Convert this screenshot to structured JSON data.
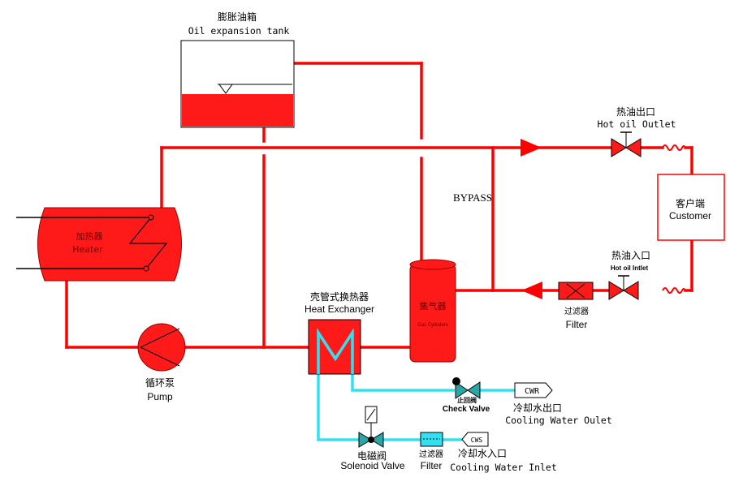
{
  "colors": {
    "oil_pipe": "#ff0000",
    "water_pipe": "#33e0f0",
    "valve_teal": "#2aa6a6",
    "fill_red": "#ff1a1a"
  },
  "expansion_tank": {
    "label_zh": "膨胀油箱",
    "label_en": "Oil expansion tank",
    "oil_level": 0.38
  },
  "heater": {
    "label_zh": "加热器",
    "label_en": "Heater"
  },
  "pump": {
    "label_zh": "循环泵",
    "label_en": "Pump"
  },
  "heat_exchanger": {
    "label_zh": "壳管式换热器",
    "label_en": "Heat Exchanger"
  },
  "gas_cylinder": {
    "label_zh": "集气器",
    "label_en": "Gas Cylinders"
  },
  "bypass": {
    "label": "BYPASS"
  },
  "hot_oil_outlet": {
    "label_zh": "热油出口",
    "label_en": "Hot oil Outlet"
  },
  "hot_oil_inlet": {
    "label_zh": "热油入口",
    "label_en": "Hot oil Intlet"
  },
  "customer": {
    "label_zh": "客户端",
    "label_en": "Customer"
  },
  "oil_filter": {
    "label_zh": "过滤器",
    "label_en": "Filter"
  },
  "check_valve": {
    "label_zh": "止回阀",
    "label_en": "Check Valve"
  },
  "cwr": {
    "tag": "CWR",
    "label_zh": "冷却水出口",
    "label_en": "Cooling Water Oulet"
  },
  "solenoid_valve": {
    "label_zh": "电磁阀",
    "label_en": "Solenoid Valve"
  },
  "water_filter": {
    "label_zh": "过滤器",
    "label_en": "Filter"
  },
  "cws": {
    "tag": "CWS",
    "label_zh": "冷却水入口",
    "label_en": "Cooling Water Inlet"
  }
}
